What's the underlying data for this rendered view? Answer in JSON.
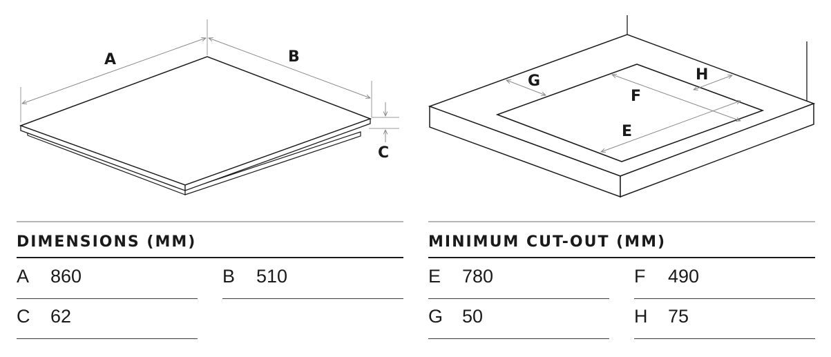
{
  "left_drawing": {
    "labels": {
      "a": "A",
      "b": "B",
      "c": "C"
    }
  },
  "right_drawing": {
    "labels": {
      "e": "E",
      "f": "F",
      "g": "G",
      "h": "H"
    }
  },
  "dimensions_table": {
    "title": "DIMENSIONS (MM)",
    "rows": [
      [
        {
          "letter": "A",
          "value": "860"
        },
        {
          "letter": "B",
          "value": "510"
        }
      ],
      [
        {
          "letter": "C",
          "value": "62"
        }
      ]
    ]
  },
  "cutout_table": {
    "title": "MINIMUM CUT-OUT (MM)",
    "rows": [
      [
        {
          "letter": "E",
          "value": "780"
        },
        {
          "letter": "F",
          "value": "490"
        }
      ],
      [
        {
          "letter": "G",
          "value": "50"
        },
        {
          "letter": "H",
          "value": "75"
        }
      ]
    ]
  }
}
